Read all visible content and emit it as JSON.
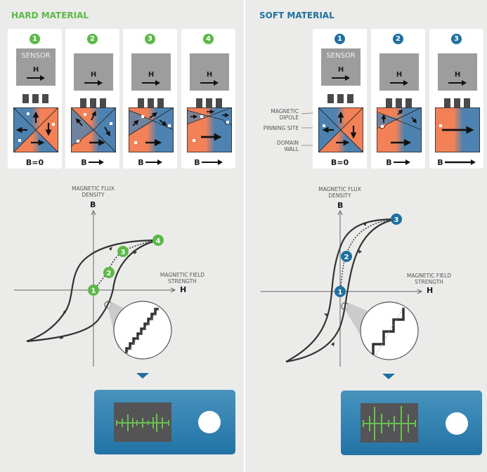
{
  "colors": {
    "hard_accent": "#5bb948",
    "soft_accent": "#1f6fa0",
    "domain_orange": "#f28157",
    "domain_blue": "#4e82b0",
    "device_blue": "#2c7fb0",
    "waveform_green": "#69c04e"
  },
  "hard": {
    "title": "HARD MATERIAL",
    "sensor_label": "SENSOR",
    "h_label": "H",
    "stages": [
      {
        "badge": "1",
        "b_label": "B=0"
      },
      {
        "badge": "2",
        "b_label": "B"
      },
      {
        "badge": "3",
        "b_label": "B"
      },
      {
        "badge": "4",
        "b_label": "B"
      }
    ],
    "graph": {
      "y_axis_title_line1": "MAGNETIC FLUX",
      "y_axis_title_line2": "DENSITY",
      "y_axis_letter": "B",
      "x_axis_title_line1": "MAGNETIC FIELD",
      "x_axis_title_line2": "STRENGTH",
      "x_axis_letter": "H",
      "points": [
        "1",
        "2",
        "3",
        "4"
      ]
    }
  },
  "soft": {
    "title": "SOFT MATERIAL",
    "sensor_label": "SENSOR",
    "h_label": "H",
    "annotations": {
      "dipole_line1": "MAGNETIC",
      "dipole_line2": "DIPOLE",
      "pinning": "PINNING SITE",
      "wall_line1": "DOMAIN",
      "wall_line2": "WALL"
    },
    "stages": [
      {
        "badge": "1",
        "b_label": "B=0"
      },
      {
        "badge": "2",
        "b_label": "B"
      },
      {
        "badge": "3",
        "b_label": "B"
      }
    ],
    "graph": {
      "y_axis_title_line1": "MAGNETIC FLUX",
      "y_axis_title_line2": "DENSITY",
      "y_axis_letter": "B",
      "x_axis_title_line1": "MAGNETIC FIELD",
      "x_axis_title_line2": "STRENGTH",
      "x_axis_letter": "H",
      "points": [
        "1",
        "2",
        "3"
      ]
    }
  },
  "icons": {
    "arrow": "arrow-right-icon",
    "pinning_site": "square-dot-icon",
    "device": "oscilloscope-icon"
  }
}
